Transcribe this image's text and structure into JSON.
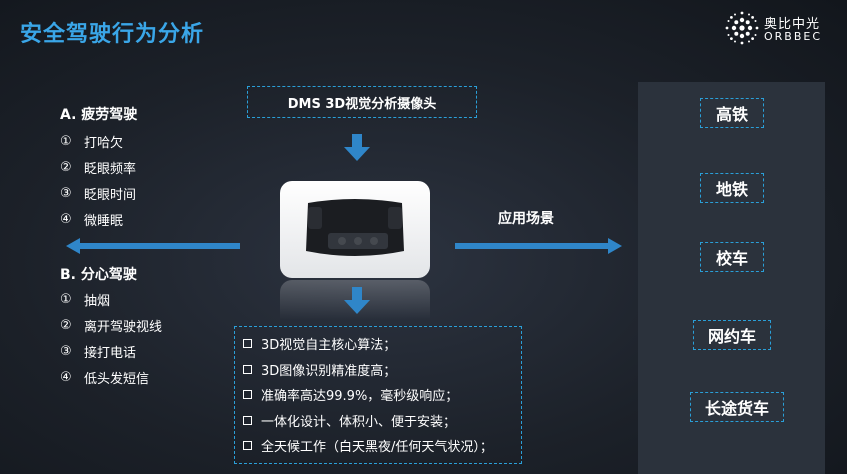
{
  "title": "安全驾驶行为分析",
  "logo": {
    "cn": "奥比中光",
    "en": "ORBBEC"
  },
  "dms_label": "DMS   3D视觉分析摄像头",
  "fatigue": {
    "heading": "A. 疲劳驾驶",
    "items": [
      {
        "num": "①",
        "text": "打哈欠"
      },
      {
        "num": "②",
        "text": "眨眼频率"
      },
      {
        "num": "③",
        "text": "眨眼时间"
      },
      {
        "num": "④",
        "text": "微睡眠"
      }
    ]
  },
  "distraction": {
    "heading": "B. 分心驾驶",
    "items": [
      {
        "num": "①",
        "text": "抽烟"
      },
      {
        "num": "②",
        "text": "离开驾驶视线"
      },
      {
        "num": "③",
        "text": "接打电话"
      },
      {
        "num": "④",
        "text": "低头发短信"
      }
    ]
  },
  "scene_label": "应用场景",
  "features": [
    "3D视觉自主核心算法；",
    "3D图像识别精准度高；",
    "准确率高达99.9%，毫秒级响应；",
    "一体化设计、体积小、便于安装；",
    "全天候工作（白天黑夜/任何天气状况）；"
  ],
  "scenes": [
    "高铁",
    "地铁",
    "校车",
    "网约车",
    "长途货车"
  ],
  "colors": {
    "accent": "#3aa6e8",
    "dash": "#2a9fd8",
    "arrow": "#2f86c9",
    "panel": "#2b323c"
  },
  "icons": {
    "logo": "orbbec-dot-logo",
    "arrows": "block-arrow"
  }
}
